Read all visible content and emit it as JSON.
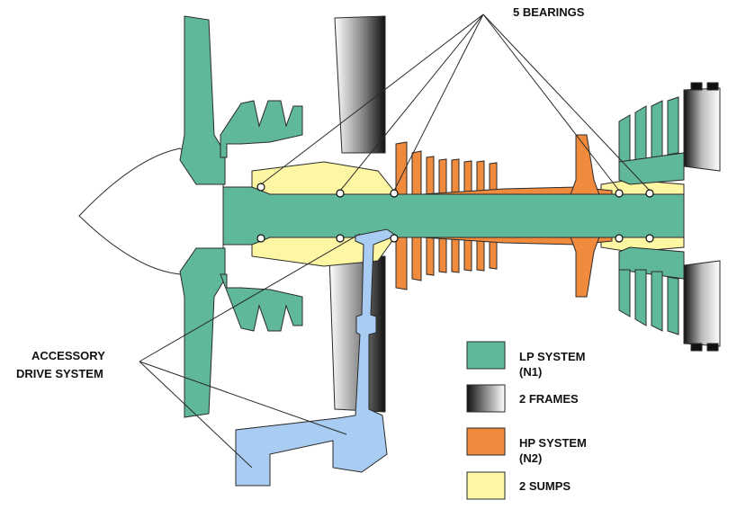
{
  "labels": {
    "bearings": "5 BEARINGS",
    "accessory_line1": "ACCESSORY",
    "accessory_line2": "DRIVE SYSTEM"
  },
  "legend": [
    {
      "line1": "LP SYSTEM",
      "line2": "(N1)",
      "color": "#5fb89a"
    },
    {
      "line1": "2 FRAMES",
      "line2": "",
      "color": "gradient-black-white"
    },
    {
      "line1": "HP SYSTEM",
      "line2": "(N2)",
      "color": "#f08a3c"
    },
    {
      "line1": "2 SUMPS",
      "line2": "",
      "color": "#fdf7a3"
    }
  ],
  "colors": {
    "lp": "#5fb89a",
    "hp": "#f08a3c",
    "sump": "#fdf7a3",
    "accessory": "#a9cdf2",
    "outline": "#2a2a2a"
  }
}
